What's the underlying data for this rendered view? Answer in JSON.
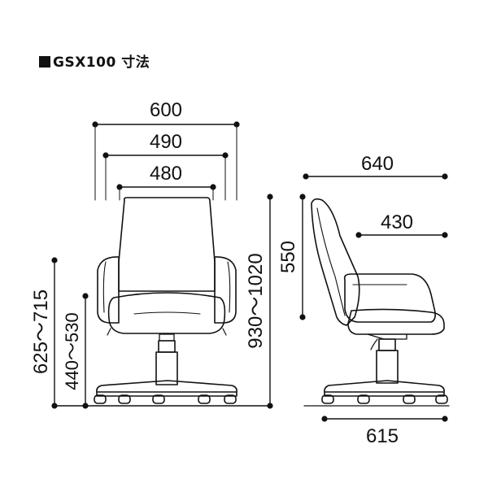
{
  "title": "GSX100 寸法",
  "dimensions": {
    "overall_width": "600",
    "armrest_width": "490",
    "seat_width": "480",
    "overall_depth": "640",
    "seat_depth": "430",
    "base_depth": "615",
    "arm_height": "625～715",
    "seat_height": "440～530",
    "overall_height": "930～1020",
    "back_height": "550"
  }
}
